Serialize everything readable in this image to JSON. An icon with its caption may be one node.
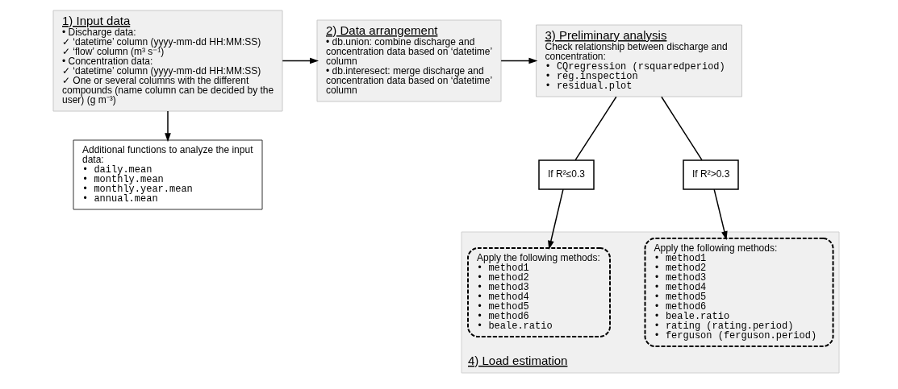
{
  "diagram": {
    "nodes": [
      {
        "text": [
          "1) Input data",
          "• Discharge data:",
          "✓ ‘datetime’ column (yyyy-mm-dd HH:MM:SS)",
          "✓ ‘flow’ column (m³ s⁻¹)",
          "• Concentration data:",
          "✓ ‘datetime’ column (yyyy-mm-dd HH:MM:SS)",
          "✓ One or several columns with the different compounds (name column can be decided by the user) (g m⁻³)"
        ]
      },
      {
        "text": [
          "2) Data arrangement",
          "• db.union: combine discharge and concentration data based on ‘datetime’ column",
          "• db.interesect: merge discharge and concentration data based on ‘datetime’ column"
        ]
      },
      {
        "text": [
          "3) Preliminary analysis",
          "Check relationship between discharge and concentration:",
          "• CQregression (rsquaredperiod)",
          "• reg.inspection",
          "• residual.plot"
        ]
      },
      {
        "text": [
          "Additional functions to analyze the input data:",
          "• daily.mean",
          "• monthly.mean",
          "• monthly.year.mean",
          "• annual.mean"
        ]
      },
      {
        "text": [
          "4) Load estimation"
        ]
      },
      {
        "text": [
          "Apply the following methods:",
          "• method1",
          "• method2",
          "• method3",
          "• method4",
          "• method5",
          "• method6",
          "• beale.ratio"
        ],
        "in": 4
      },
      {
        "text": [
          "Apply the following methods:",
          "• method1",
          "• method2",
          "• method3",
          "• method4",
          "• method5",
          "• method6",
          "• beale.ratio",
          "• rating (rating.period)",
          "• ferguson (ferguson.period)"
        ],
        "in": 4
      },
      {
        "text": [
          "If R²≤0.3"
        ]
      },
      {
        "text": [
          "If R²>0.3"
        ]
      }
    ],
    "edges": [
      {
        "from": 0,
        "to": 1,
        "arrow": "to"
      },
      {
        "from": 1,
        "to": 2,
        "arrow": "to"
      },
      {
        "from": 0,
        "to": 3,
        "arrow": "to"
      },
      {
        "from": 2,
        "to": 7,
        "arrow": "none"
      },
      {
        "from": 7,
        "to": 5,
        "arrow": "to"
      },
      {
        "from": 2,
        "to": 8,
        "arrow": "none"
      },
      {
        "from": 8,
        "to": 6,
        "arrow": "to"
      }
    ]
  }
}
